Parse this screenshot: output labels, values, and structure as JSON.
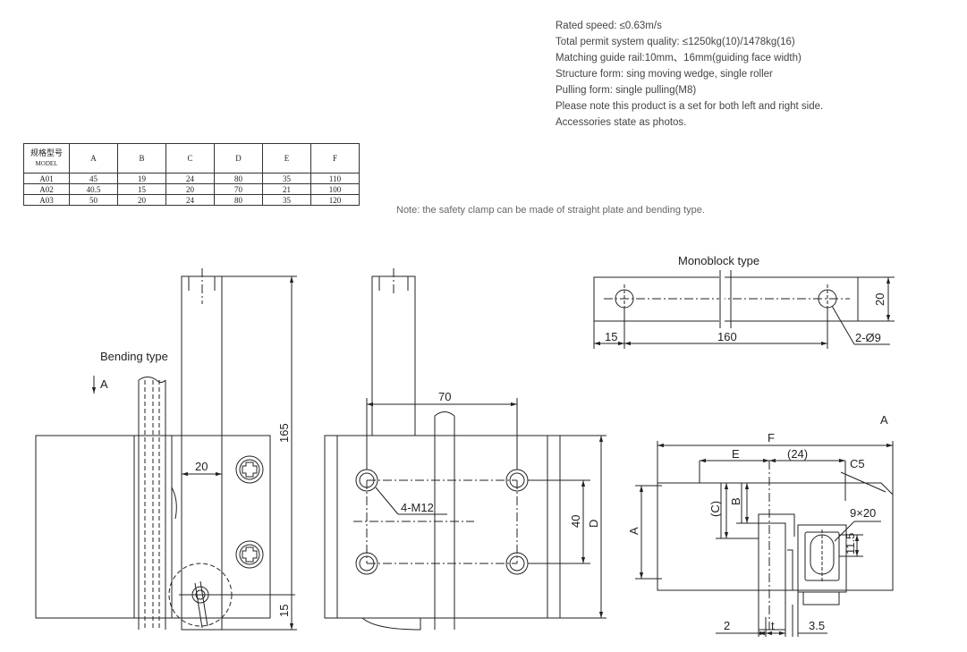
{
  "specs": [
    "Rated speed: ≤0.63m/s",
    "Total permit system quality: ≤1250kg(10)/1478kg(16)",
    "Matching guide rail:10mm、16mm(guiding face width)",
    "Structure form: sing moving wedge, single roller",
    "Pulling form: single pulling(M8)",
    "Please note this product is a set for both left and right side.",
    "Accessories state as photos."
  ],
  "note": "Note: the safety clamp can be made of straight plate and bending type.",
  "table": {
    "header_cn": "规格型号",
    "header_en": "MODEL",
    "columns": [
      "A",
      "B",
      "C",
      "D",
      "E",
      "F"
    ],
    "rows": [
      {
        "model": "A01",
        "values": [
          "45",
          "19",
          "24",
          "80",
          "35",
          "110"
        ]
      },
      {
        "model": "A02",
        "values": [
          "40.5",
          "15",
          "20",
          "70",
          "21",
          "100"
        ]
      },
      {
        "model": "A03",
        "values": [
          "50",
          "20",
          "24",
          "80",
          "35",
          "120"
        ]
      }
    ]
  },
  "labels": {
    "bending_type": "Bending type",
    "view_a_left": "A",
    "dim_20": "20",
    "dim_165": "165",
    "dim_15": "15",
    "dim_70": "70",
    "holes": "4-M12",
    "dim_40": "40",
    "dim_D": "D",
    "monoblock_type": "Monoblock type",
    "mono_15": "15",
    "mono_160": "160",
    "mono_20": "20",
    "mono_holes": "2-Ø9",
    "view_a_right": "A",
    "dim_F": "F",
    "dim_E": "E",
    "dim_24": "(24)",
    "dim_C5": "C5",
    "dim_C": "(C)",
    "dim_B": "B",
    "dim_A": "A",
    "slot": "9×20",
    "dim_11_5": "11.5",
    "dim_2": "2",
    "dim_t": "t",
    "dim_3_5": "3.5"
  }
}
